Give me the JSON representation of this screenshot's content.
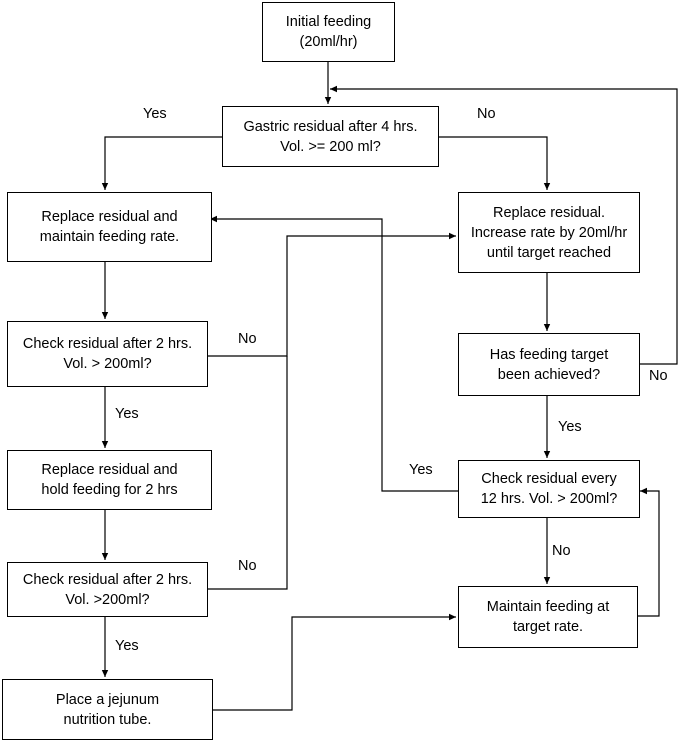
{
  "nodes": {
    "initial": "Initial feeding\n(20ml/hr)",
    "gastric": "Gastric residual after 4 hrs.\nVol. >= 200 ml?",
    "replace_maintain": "Replace residual and\nmaintain feeding rate.",
    "replace_increase": "Replace residual.\nIncrease rate by 20ml/hr\nuntil target reached",
    "check2a": "Check residual after 2 hrs.\nVol. > 200ml?",
    "target_achieved": "Has feeding target\nbeen achieved?",
    "replace_hold": "Replace residual and\nhold feeding for 2 hrs",
    "check12": "Check residual every\n12 hrs. Vol. > 200ml?",
    "check2b": "Check residual after 2 hrs.\nVol. >200ml?",
    "maintain_target": "Maintain feeding at\ntarget rate.",
    "jejunum": "Place a jejunum\nnutrition tube."
  },
  "labels": {
    "gastric_yes": "Yes",
    "gastric_no": "No",
    "check2a_no": "No",
    "check2a_yes": "Yes",
    "target_no": "No",
    "target_yes": "Yes",
    "check12_yes": "Yes",
    "check12_no": "No",
    "check2b_no": "No",
    "check2b_yes": "Yes"
  }
}
